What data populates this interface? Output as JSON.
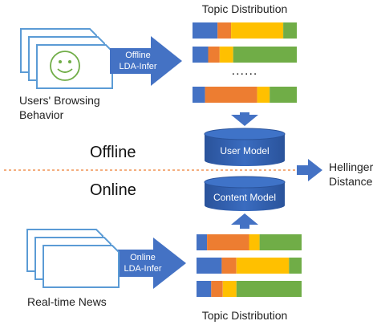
{
  "top_section": {
    "title": "Topic Distribution",
    "input_label_line1": "Users' Browsing",
    "input_label_line2": "Behavior",
    "arrow_label_line1": "Offline",
    "arrow_label_line2": "LDA-Infer",
    "ellipsis": "......",
    "model_label": "User Model",
    "bars": [
      {
        "segments": [
          {
            "color": "#4472c4",
            "value": 0.24
          },
          {
            "color": "#ed7d31",
            "value": 0.13
          },
          {
            "color": "#ffc000",
            "value": 0.5
          },
          {
            "color": "#70ad47",
            "value": 0.13
          }
        ]
      },
      {
        "segments": [
          {
            "color": "#4472c4",
            "value": 0.15
          },
          {
            "color": "#ed7d31",
            "value": 0.11
          },
          {
            "color": "#ffc000",
            "value": 0.13
          },
          {
            "color": "#70ad47",
            "value": 0.61
          }
        ]
      },
      {
        "segments": [
          {
            "color": "#4472c4",
            "value": 0.12
          },
          {
            "color": "#ed7d31",
            "value": 0.5
          },
          {
            "color": "#ffc000",
            "value": 0.12
          },
          {
            "color": "#70ad47",
            "value": 0.26
          }
        ]
      }
    ]
  },
  "bottom_section": {
    "title": "Topic Distribution",
    "input_label": "Real-time News",
    "arrow_label_line1": "Online",
    "arrow_label_line2": "LDA-Infer",
    "model_label": "Content Model",
    "bars": [
      {
        "segments": [
          {
            "color": "#4472c4",
            "value": 0.1
          },
          {
            "color": "#ed7d31",
            "value": 0.4
          },
          {
            "color": "#ffc000",
            "value": 0.1
          },
          {
            "color": "#70ad47",
            "value": 0.4
          }
        ]
      },
      {
        "segments": [
          {
            "color": "#4472c4",
            "value": 0.24
          },
          {
            "color": "#ed7d31",
            "value": 0.14
          },
          {
            "color": "#ffc000",
            "value": 0.5
          },
          {
            "color": "#70ad47",
            "value": 0.12
          }
        ]
      },
      {
        "segments": [
          {
            "color": "#4472c4",
            "value": 0.14
          },
          {
            "color": "#ed7d31",
            "value": 0.11
          },
          {
            "color": "#ffc000",
            "value": 0.13
          },
          {
            "color": "#70ad47",
            "value": 0.62
          }
        ]
      }
    ]
  },
  "divider": {
    "offline_label": "Offline",
    "online_label": "Online"
  },
  "output": {
    "line1": "Hellinger",
    "line2": "Distance"
  },
  "colors": {
    "arrow": "#4472c4",
    "cylinder": "#2e5ca8",
    "divider": "#ed7d31",
    "doc_border": "#5b9bd5",
    "smiley": "#70ad47"
  }
}
